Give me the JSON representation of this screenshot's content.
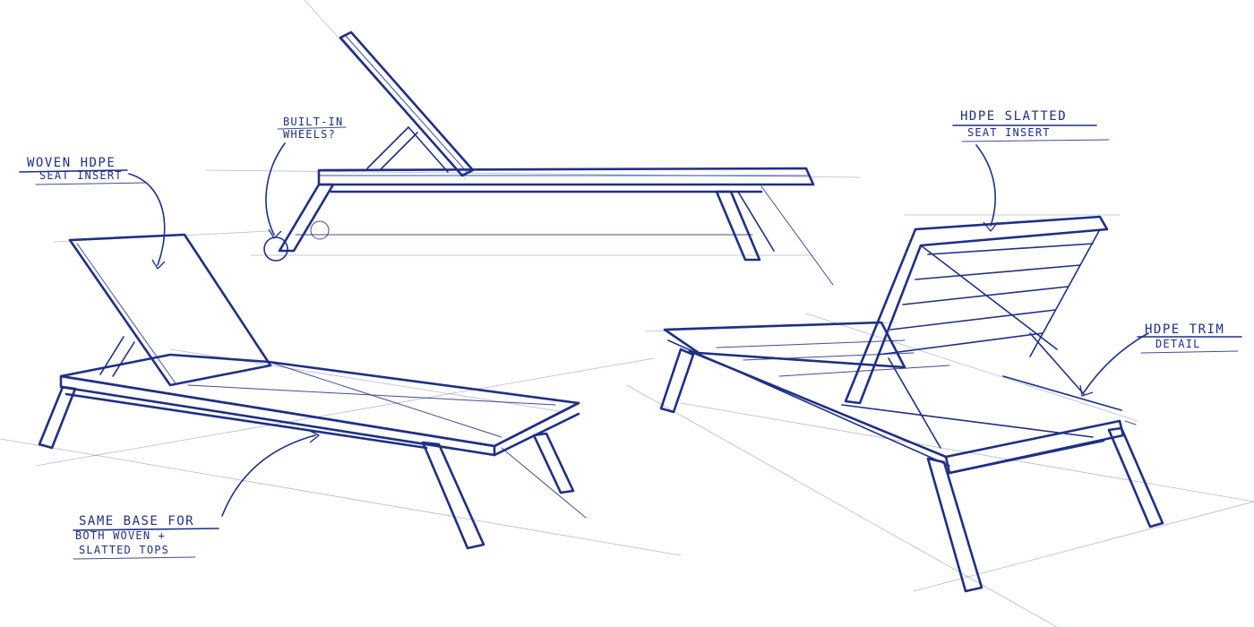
{
  "annotations": {
    "woven_seat": {
      "line1": "WOVEN HDPE",
      "line2": "SEAT INSERT"
    },
    "built_in_wheels": {
      "line1": "BUILT-IN",
      "line2": "WHEELS?"
    },
    "slatted_seat": {
      "line1": "HDPE SLATTED",
      "line2": "SEAT INSERT"
    },
    "trim_detail": {
      "line1": "HDPE TRIM",
      "line2": "DETAIL"
    },
    "same_base": {
      "line1": "SAME BASE FOR",
      "line2": "BOTH WOVEN +",
      "line3": "SLATTED TOPS"
    }
  },
  "colors": {
    "ink": "#1f2f86",
    "paper": "#ffffff"
  }
}
